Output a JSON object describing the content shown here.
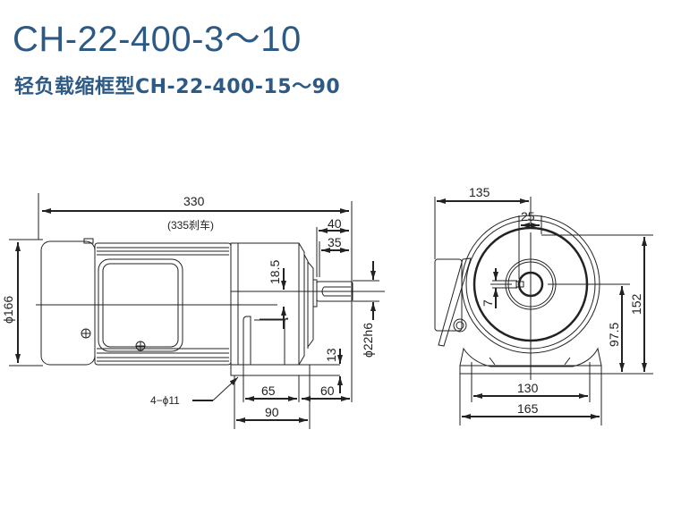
{
  "title": {
    "main": "CH-22-400-3～10",
    "sub": "轻负载缩框型CH-22-400-15～90"
  },
  "colors": {
    "title": "#2d5a85",
    "line": "#222222"
  },
  "side_view": {
    "overall_length": "330",
    "overall_length_brake": "(335刹车)",
    "shaft_total": "40",
    "shaft_key": "35",
    "shaft_offset": "18.5",
    "shaft_diameter": "ϕ22h6",
    "motor_diameter": "ϕ166",
    "base_thickness": "13",
    "base_mount_inner": "65",
    "base_to_shaft": "60",
    "base_length": "90",
    "mount_holes": "4−ϕ11"
  },
  "front_view": {
    "housing_offset": "135",
    "keyway_width": "25",
    "key_height": "7",
    "center_height": "97.5",
    "overall_height": "152",
    "mount_spacing": "130",
    "base_width": "165"
  }
}
